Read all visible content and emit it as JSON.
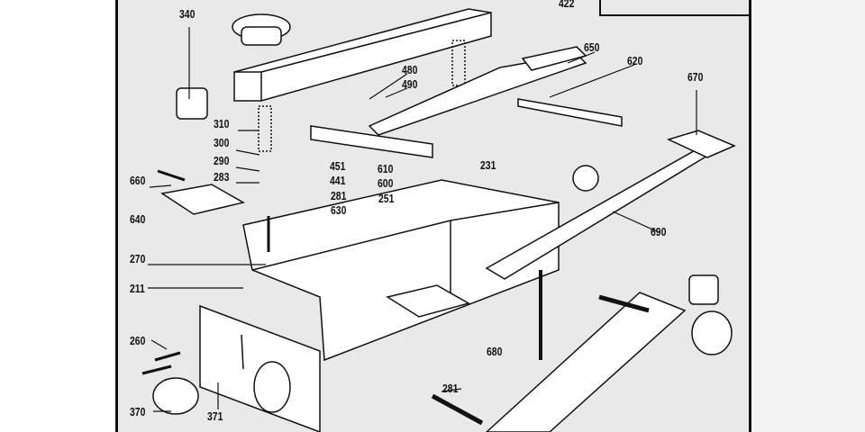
{
  "diagram": {
    "type": "exploded parts diagram",
    "part_labels": [
      "340",
      "480",
      "490",
      "650",
      "620",
      "670",
      "310",
      "300",
      "290",
      "283",
      "451",
      "441",
      "610",
      "600",
      "231",
      "660",
      "281",
      "630",
      "251",
      "640",
      "690",
      "270",
      "211",
      "260",
      "680",
      "281",
      "370",
      "371",
      "422"
    ]
  }
}
